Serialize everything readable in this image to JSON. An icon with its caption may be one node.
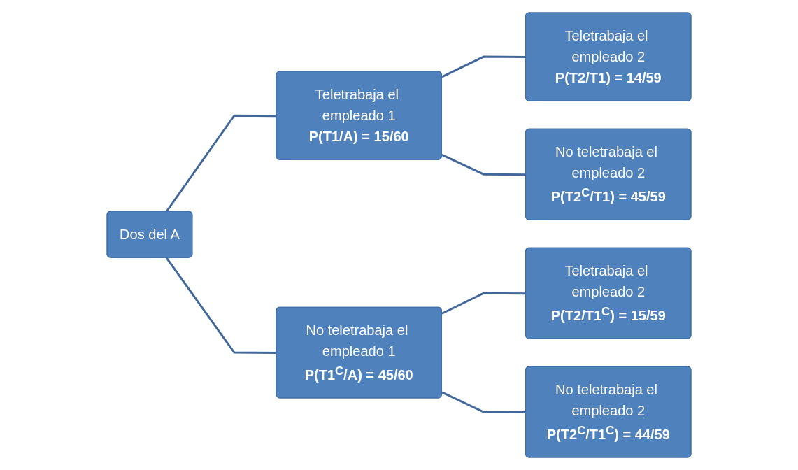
{
  "diagram": {
    "nodes": [
      {
        "text": [
          "Dos del A"
        ]
      },
      {
        "text": [
          "Teletrabaja el empleado 1",
          "P(T1/A) = 15/60"
        ]
      },
      {
        "text": [
          "No teletrabaja el empleado 1",
          "P(T1$^{C}$/A) = 45/60"
        ]
      },
      {
        "text": [
          "Teletrabaja el empleado 2",
          "P(T2/T1) = 14/59"
        ]
      },
      {
        "text": [
          "No teletrabaja el empleado 2",
          "P(T2$^{C}$/T1) = 45/59"
        ]
      },
      {
        "text": [
          "Teletrabaja el empleado 2",
          "P(T2/T1$^{C}$) = 15/59"
        ]
      },
      {
        "text": [
          "No teletrabaja el empleado 2",
          "P(T2$^{C}$/T1$^{C}$) = 44/59"
        ]
      }
    ],
    "edges": [
      {
        "from": 0,
        "to": 1,
        "arrow": "none"
      },
      {
        "from": 0,
        "to": 2,
        "arrow": "none"
      },
      {
        "from": 1,
        "to": 3,
        "arrow": "none"
      },
      {
        "from": 1,
        "to": 4,
        "arrow": "none"
      },
      {
        "from": 2,
        "to": 5,
        "arrow": "none"
      },
      {
        "from": 2,
        "to": 6,
        "arrow": "none"
      }
    ]
  }
}
